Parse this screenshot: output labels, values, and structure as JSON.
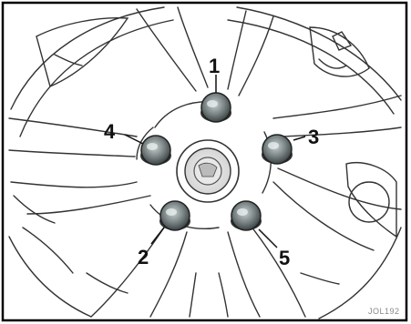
{
  "figure": {
    "reference_code": "JOL192",
    "callouts": [
      "1",
      "2",
      "3",
      "4",
      "5"
    ]
  },
  "colors": {
    "frame": "#000000",
    "line": "#333333",
    "nut_dark": "#3c4446",
    "nut_mid": "#7c8686",
    "nut_light": "#c8d0d0"
  }
}
